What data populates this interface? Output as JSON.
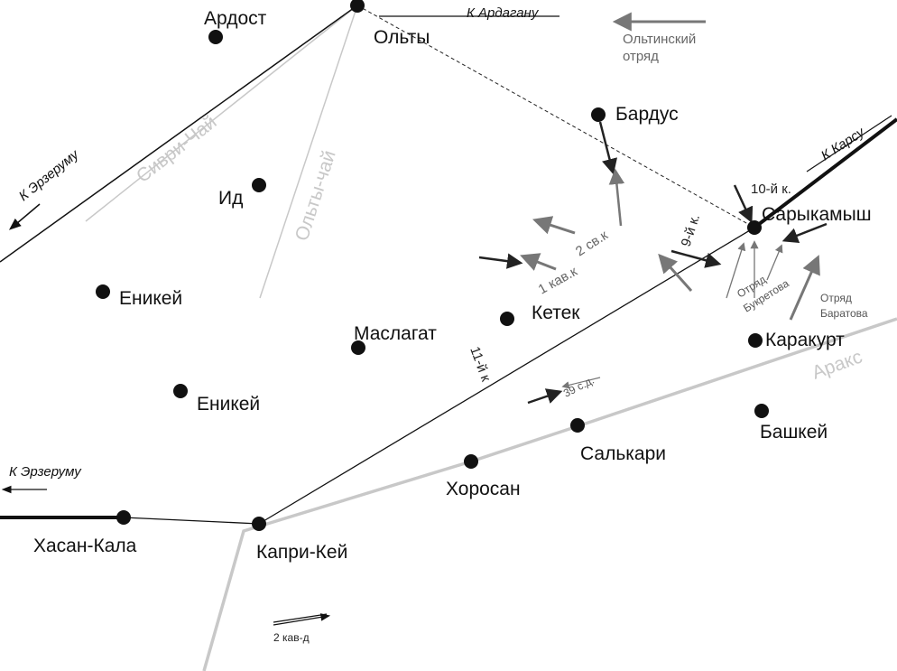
{
  "colors": {
    "background": "#ffffff",
    "ink": "#111111",
    "river": "#c8c8c8",
    "grey_arrow": "#777777"
  },
  "settlements": [
    {
      "id": "ardost",
      "name": "Ардост"
    },
    {
      "id": "olty",
      "name": "Ольты"
    },
    {
      "id": "bardus",
      "name": "Бардус"
    },
    {
      "id": "sarykamysh",
      "name": "Сарыкамыш"
    },
    {
      "id": "id",
      "name": "Ид"
    },
    {
      "id": "enikey1",
      "name": "Еникей"
    },
    {
      "id": "enikey2",
      "name": "Еникей"
    },
    {
      "id": "maslagat",
      "name": "Маслагат"
    },
    {
      "id": "ketek",
      "name": "Кетек"
    },
    {
      "id": "karakurt",
      "name": "Каракурт"
    },
    {
      "id": "bashkey",
      "name": "Башкей"
    },
    {
      "id": "salkari",
      "name": "Салькари"
    },
    {
      "id": "khorosan",
      "name": "Хоросан"
    },
    {
      "id": "khasan_kala",
      "name": "Хасан-Кала"
    },
    {
      "id": "kapri_key",
      "name": "Капри-Кей"
    }
  ],
  "directions": {
    "to_ardagan": "К Ардагану",
    "to_erzurum_north": "К Эрзеруму",
    "to_kars": "К Карсу",
    "to_erzurum_south": "К Эрзеруму"
  },
  "rivers": {
    "sivri_chay": "Сиври-Чай",
    "olty_chay": "Ольты-чай",
    "araks": "Аракс"
  },
  "units": {
    "olty_detachment_line1": "Ольтинский",
    "olty_detachment_line2": "отряд",
    "corps_10": "10-й к.",
    "corps_9": "9-й к.",
    "corps_11": "11-й к",
    "svk_2": "2 св.к",
    "cav_1": "1 кав.к",
    "div_39": "39 с.д.",
    "bukretov_line1": "Отряд",
    "bukretov_line2": "Букретова",
    "baratov_line1": "Отряд",
    "baratov_line2": "Баратова",
    "cav_div_2": "2 кав-д"
  }
}
